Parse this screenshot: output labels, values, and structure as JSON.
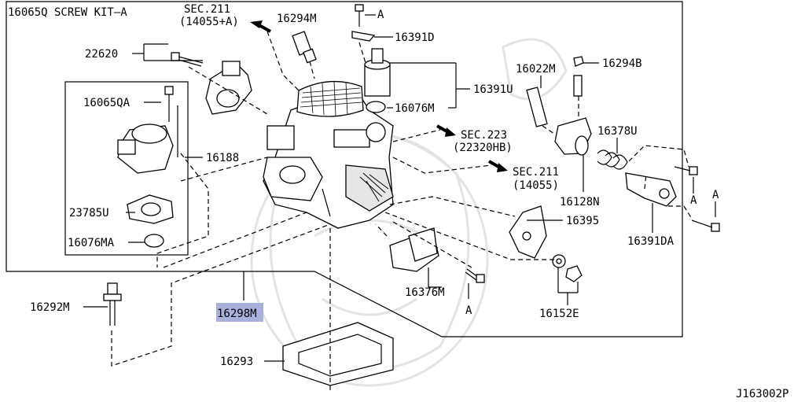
{
  "labels": {
    "screw_kit": "16065Q SCREW KIT—A",
    "sec211_top": "SEC.211",
    "sec211_top_sub": "(14055+A)",
    "p16294M": "16294M",
    "a_top": "A",
    "p16391D": "16391D",
    "p22620": "22620",
    "p16391U": "16391U",
    "p16076M": "16076M",
    "p16022M": "16022M",
    "p16294B": "16294B",
    "p16065QA": "16065QA",
    "sec223": "SEC.223",
    "sec223_sub": "(22320HB)",
    "p16378U": "16378U",
    "p16188": "16188",
    "sec211_mid": "SEC.211",
    "sec211_mid_sub": "(14055)",
    "p23785U": "23785U",
    "p16128N": "16128N",
    "a_right1": "A",
    "a_right2": "A",
    "p16395": "16395",
    "p16076MA": "16076MA",
    "p16391DA": "16391DA",
    "p16376M": "16376M",
    "p16292M": "16292M",
    "p16298M": "16298M",
    "a_bottom": "A",
    "p16152E": "16152E",
    "p16293": "16293",
    "diagram_id": "J163002P"
  },
  "colors": {
    "highlight": "#aab0dc",
    "stroke": "#000000",
    "watermark": "#e3e3e3"
  }
}
